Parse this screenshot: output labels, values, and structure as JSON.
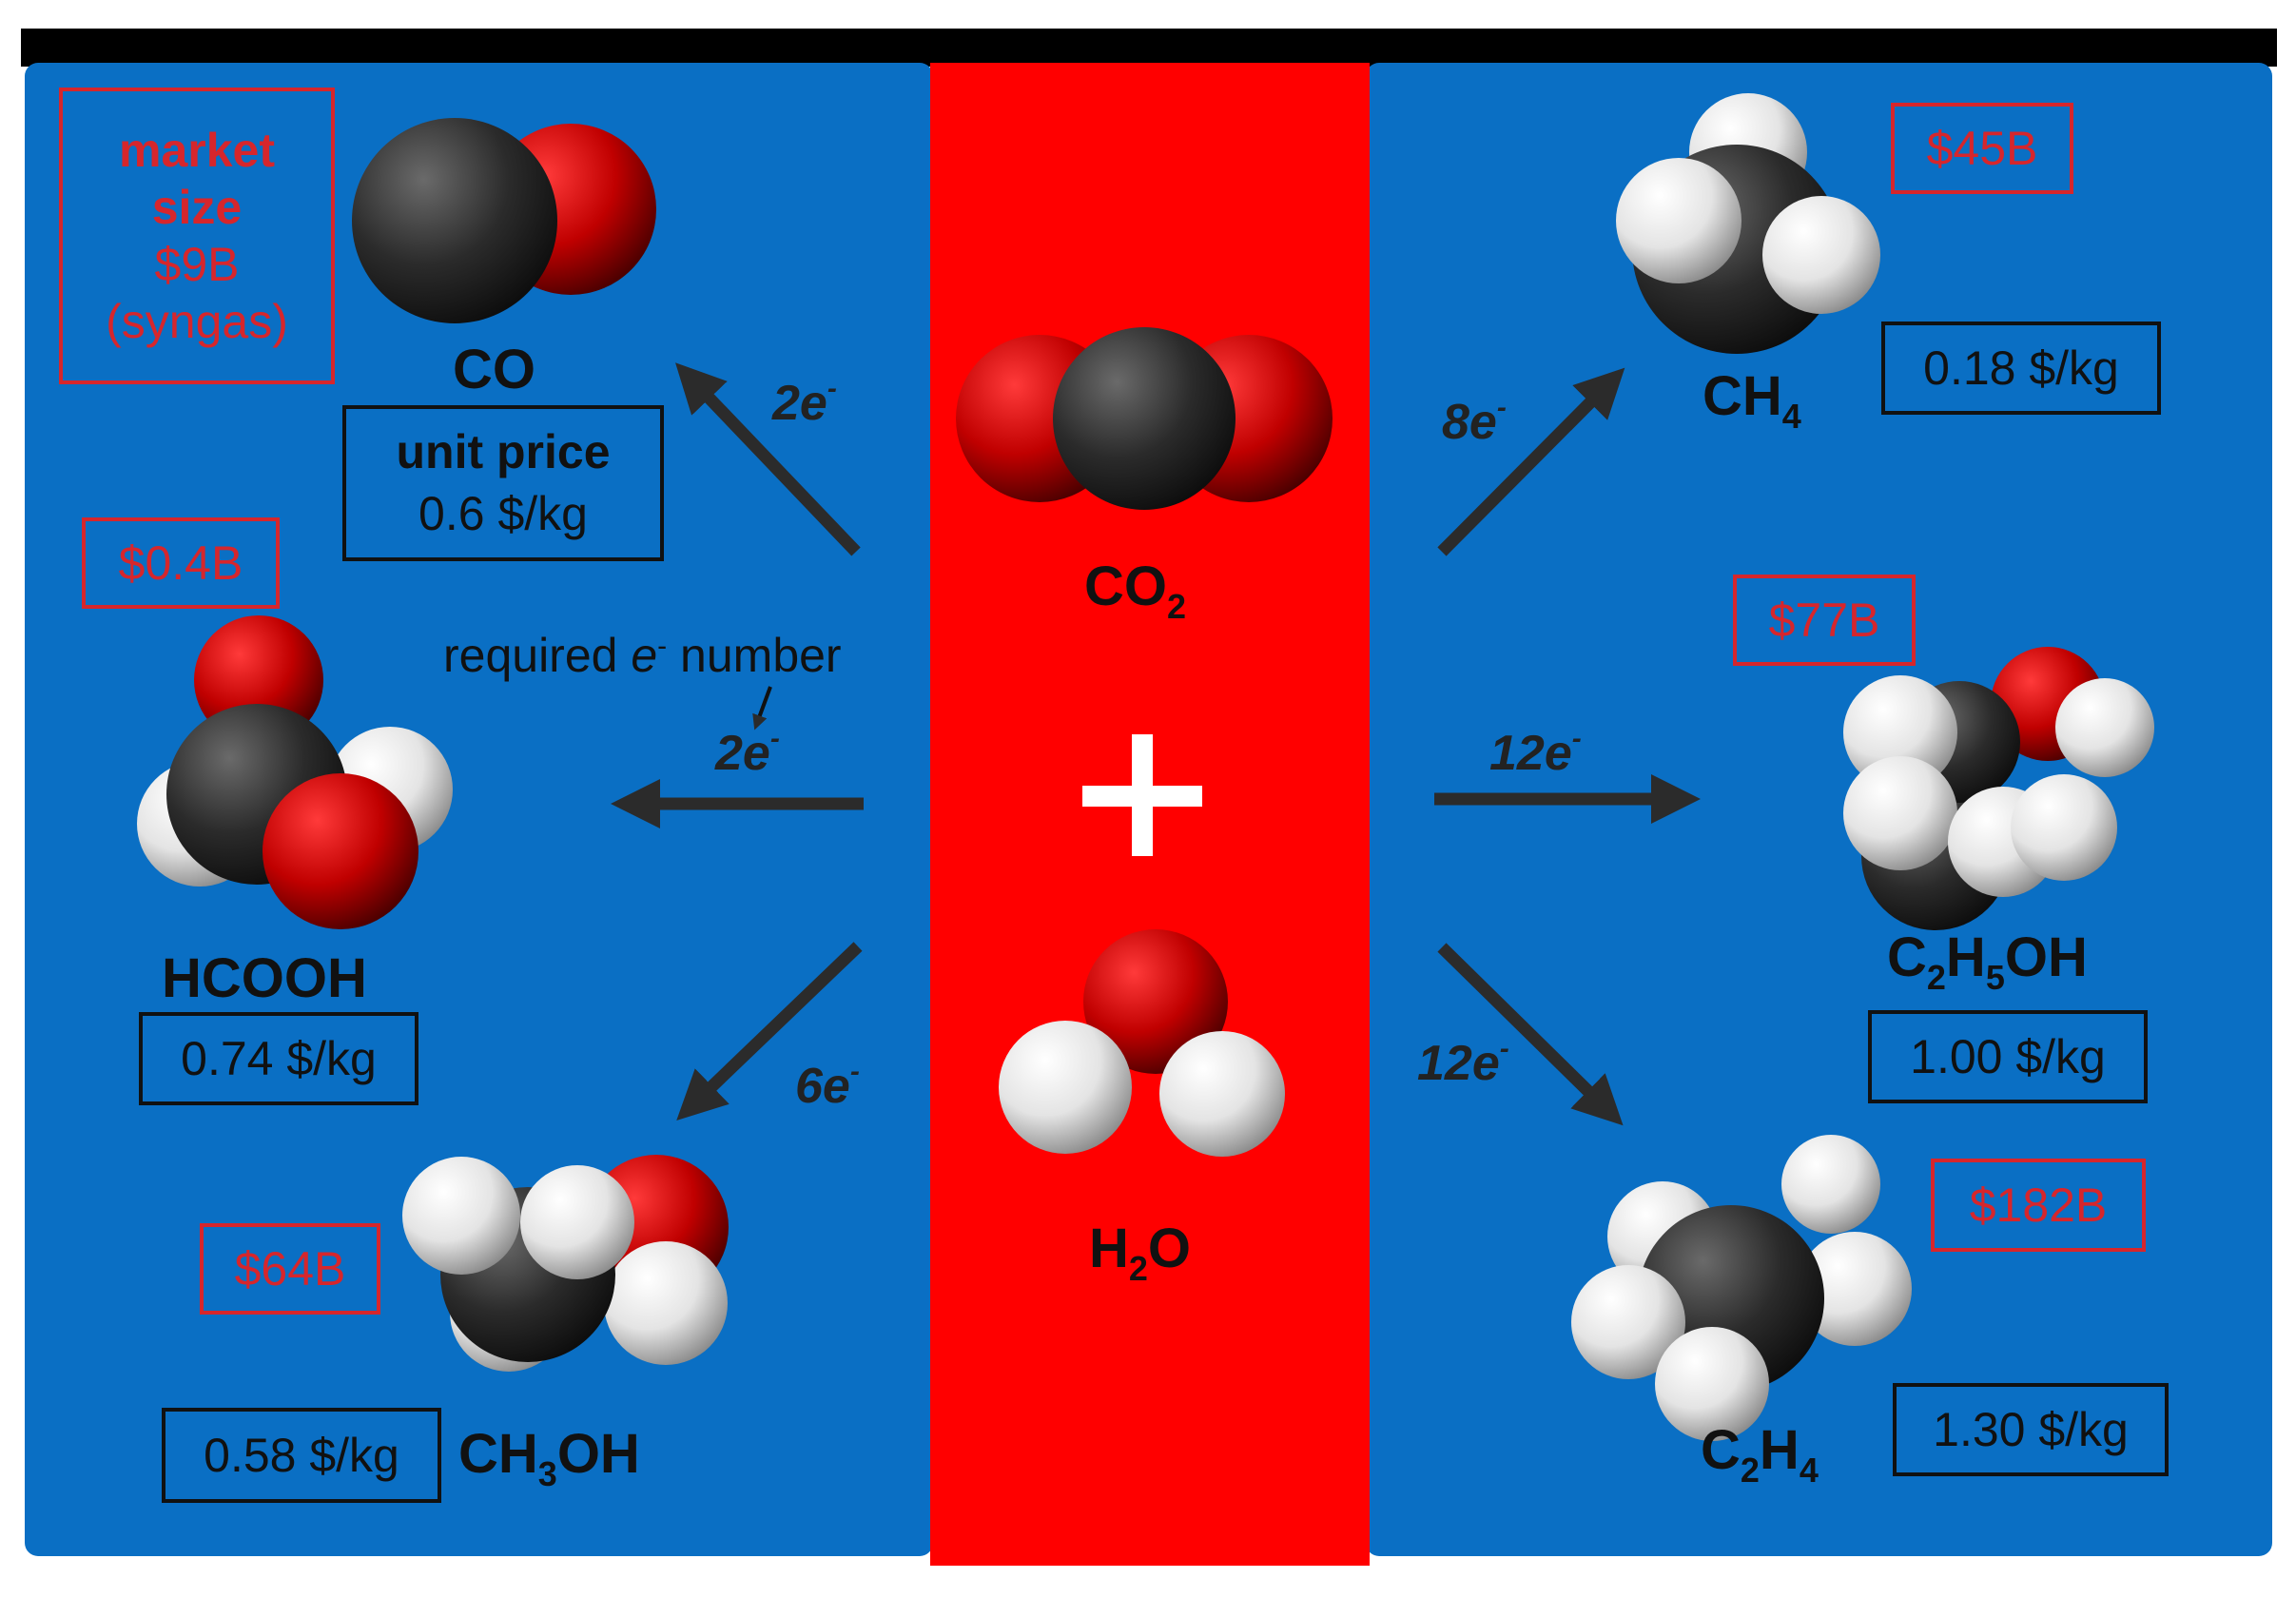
{
  "colors": {
    "panel_blue": "#0a6fc4",
    "center_red": "#ff0000",
    "market_red": "#d6262c",
    "arrow": "#2b2b2b"
  },
  "center": {
    "co2": "CO",
    "co2_sub": "2",
    "plus": "+",
    "h2o_a": "H",
    "h2o_sub": "2",
    "h2o_b": "O"
  },
  "legend": {
    "market_line1": "market",
    "market_line2": "size",
    "market_line3": "$9B",
    "market_line4": "(syngas)",
    "unit_price_line1": "unit price",
    "unit_price_line2": "0.6 $/kg",
    "required_a": "required ",
    "required_e": "e",
    "required_sup": "-",
    "required_b": " number"
  },
  "products": {
    "co": {
      "name": "CO",
      "electrons": "2",
      "electron_symbol": "e",
      "electron_sup": "-"
    },
    "hcooh": {
      "name": "HCOOH",
      "electrons": "2",
      "price": "0.74 $/kg",
      "market": "$0.4B"
    },
    "ch3oh": {
      "name_a": "CH",
      "name_sub": "3",
      "name_b": "OH",
      "electrons": "6",
      "price": "0.58 $/kg",
      "market": "$64B"
    },
    "ch4": {
      "name_a": "CH",
      "name_sub": "4",
      "electrons": "8",
      "price": "0.18 $/kg",
      "market": "$45B"
    },
    "c2h5oh": {
      "name_a": "C",
      "name_sub1": "2",
      "name_b": "H",
      "name_sub2": "5",
      "name_c": "OH",
      "electrons": "12",
      "price": "1.00 $/kg",
      "market": "$77B"
    },
    "c2h4": {
      "name_a": "C",
      "name_sub1": "2",
      "name_b": "H",
      "name_sub2": "4",
      "electrons": "12",
      "price": "1.30 $/kg",
      "market": "$182B"
    }
  },
  "electron_symbol": "e",
  "electron_sup": "-"
}
